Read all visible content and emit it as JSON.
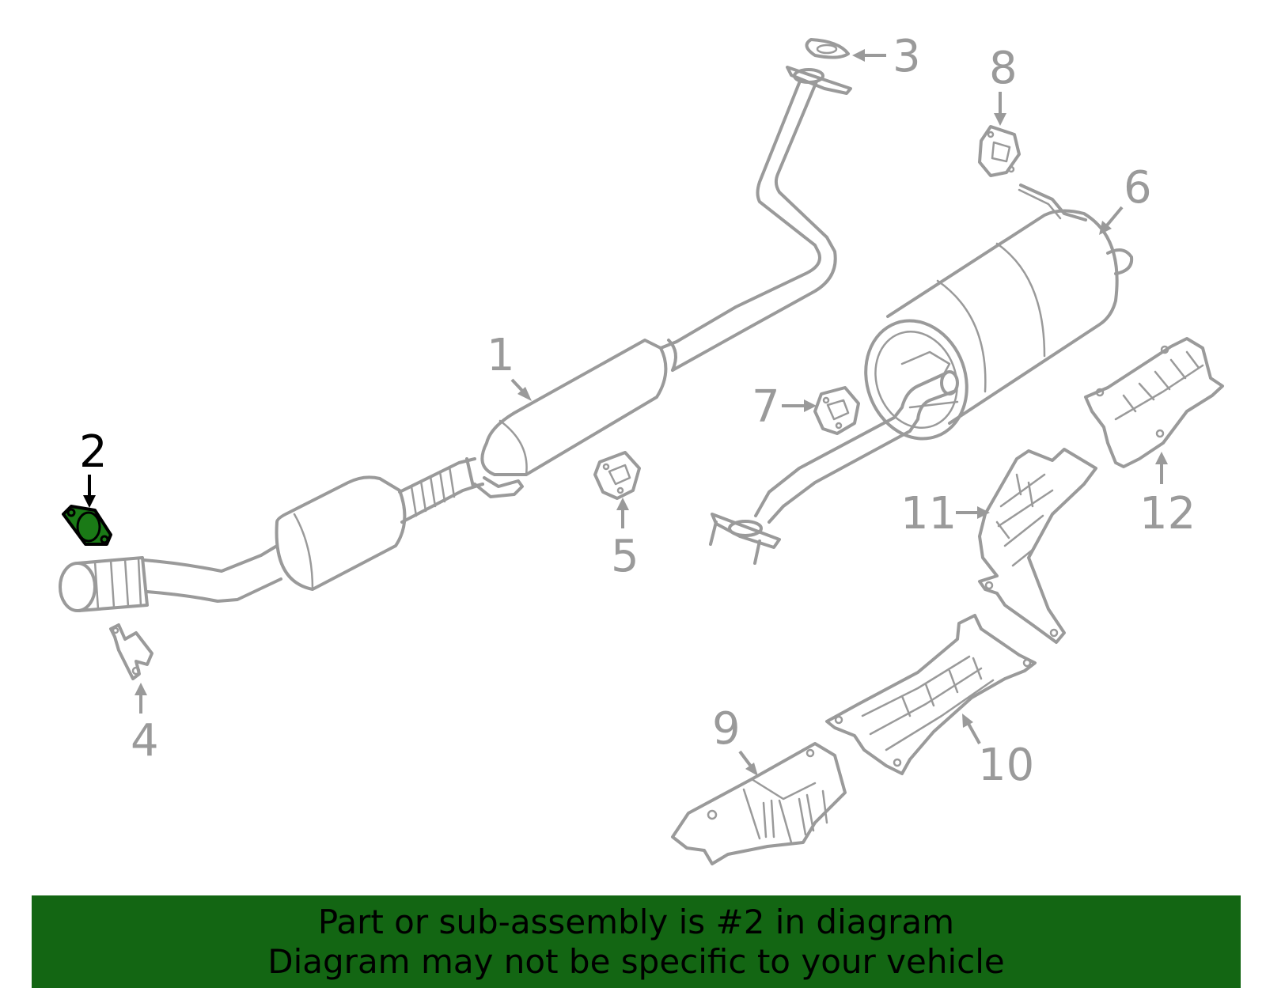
{
  "callouts": [
    {
      "id": "1",
      "label": "1"
    },
    {
      "id": "2",
      "label": "2"
    },
    {
      "id": "3",
      "label": "3"
    },
    {
      "id": "4",
      "label": "4"
    },
    {
      "id": "5",
      "label": "5"
    },
    {
      "id": "6",
      "label": "6"
    },
    {
      "id": "7",
      "label": "7"
    },
    {
      "id": "8",
      "label": "8"
    },
    {
      "id": "9",
      "label": "9"
    },
    {
      "id": "10",
      "label": "10"
    },
    {
      "id": "11",
      "label": "11"
    },
    {
      "id": "12",
      "label": "12"
    }
  ],
  "highlighted_part": "2",
  "colors": {
    "highlight_fill": "#1a7a16",
    "banner_background": "#136613",
    "line_art": "#9a9a9a"
  },
  "banner": {
    "line1": "Part or sub-assembly is #2 in diagram",
    "line2": "Diagram may not be specific to your vehicle"
  }
}
